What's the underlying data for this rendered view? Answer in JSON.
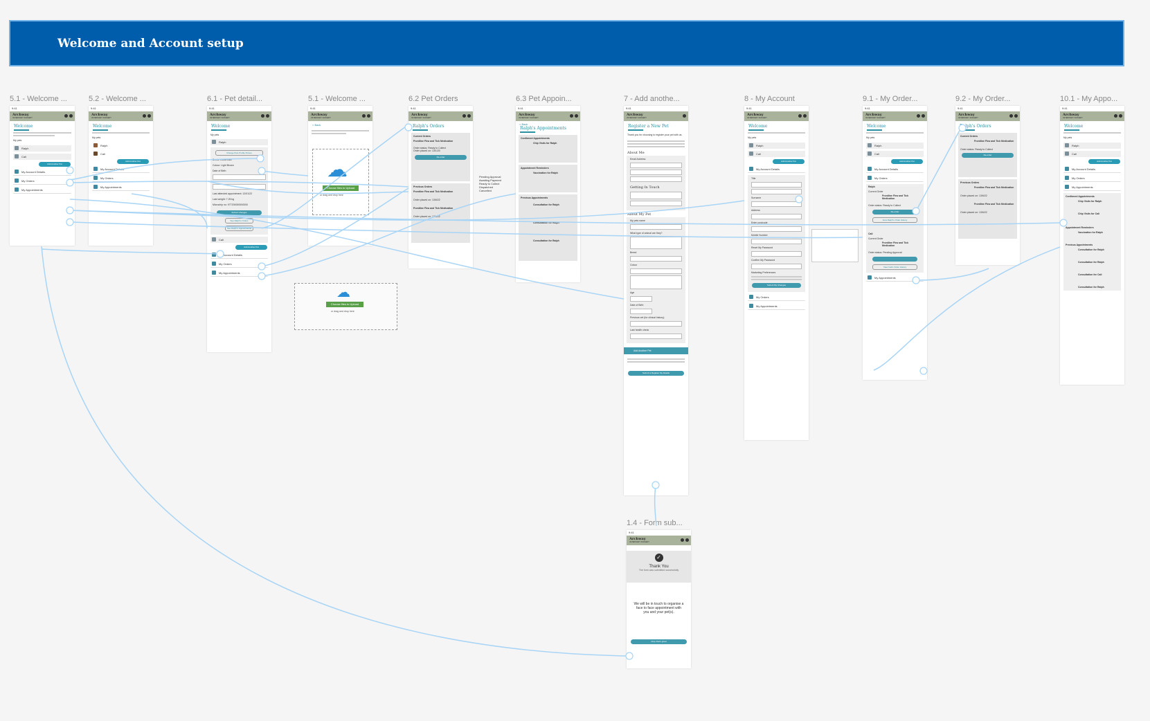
{
  "banner": {
    "title": "Welcome and Account setup"
  },
  "frames": [
    {
      "label": "5.1 - Welcome ...",
      "screen_title": "Welcome"
    },
    {
      "label": "5.2 - Welcome ...",
      "screen_title": "Welcome"
    },
    {
      "label": "6.1 - Pet detail...",
      "screen_title": "Welcome"
    },
    {
      "label": "5.1 - Welcome ...",
      "screen_title": ""
    },
    {
      "label": "6.2 Pet Orders",
      "screen_title": "Ralph's Orders"
    },
    {
      "label": "6.3 Pet Appoin...",
      "screen_title": "Ralph's Appointments"
    },
    {
      "label": "7 - Add anothe...",
      "screen_title": "Register a New Pet"
    },
    {
      "label": "8 - My Account",
      "screen_title": "Welcome"
    },
    {
      "label": "9.1 - My Order...",
      "screen_title": "Welcome"
    },
    {
      "label": "9.2 - My Order...",
      "screen_title": "Ralph's Orders"
    },
    {
      "label": "10.1 - My Appo...",
      "screen_title": "Welcome"
    },
    {
      "label": "1.4 - Form sub...",
      "screen_title": ""
    }
  ],
  "app": {
    "brand": "Archway",
    "brand_sub": "VETERINARY SURGERY",
    "time": "9:41",
    "my_pets": "My pets",
    "pets": [
      "Ralph",
      "Cali"
    ],
    "add_pet": "Add Another Pet",
    "menu": [
      "My Account Details",
      "My Orders",
      "My Appointments"
    ]
  },
  "pet_detail": {
    "change_photo": "Change Pets Profile Picture",
    "breed": "Breed: Doberman",
    "colour": "Colour: Light Brown",
    "dob": "Date of Birth",
    "last_appt": "Last attended appointment: 12/01/22",
    "last_weight": "Last weight: 7.25 kg",
    "microchip": "Microchip no: 977200000000000",
    "submit": "Submit Changes",
    "see_orders": "See Ralph's Orders",
    "see_appts": "See Ralph's Appointments"
  },
  "upload": {
    "back": "< Back",
    "button": "Choose files to Upload",
    "hint": "or drag and drop here"
  },
  "orders": {
    "current": "Current Orders",
    "previous": "Previous Orders",
    "item": "Frontline Flea and Tick Medication",
    "status": "Order status: Ready to Collect",
    "placed": "Order placed on: 13/1/20",
    "placed2": "Order placed on: 13/6/22",
    "status_notes": "Pending Approval\nAwaiting Payment\nReady to Collect\nDispatched\nCancelled"
  },
  "appointments": {
    "confirmed": "Confirmed Appointments",
    "reminders": "Appointment Reminders",
    "previous": "Previous Appointments",
    "checkup": "Chip Visits for Ralph",
    "vaccination": "Vaccination for Ralph",
    "consult": "Consultation for Ralph",
    "consult_cali": "Consultation for Cali",
    "checkup_cali": "Chip Visits for Cali"
  },
  "register": {
    "intro": "Thank you for choosing to register your pet with us.",
    "about_me": "About Me",
    "email": "Email Address",
    "getting_in_touch": "Getting In Touch",
    "about_pet": "About My Pet",
    "pet_name": "My pets name",
    "animal_type": "What type of animal are they?",
    "breed": "Breed",
    "colour": "Colour",
    "age": "Age",
    "dob": "Date of Birth",
    "prev_vet": "Previous vet (for clinical history)",
    "last_health": "Last health check",
    "add_pet": "Add Another Pet",
    "submit": "Submit & Register My Details"
  },
  "account": {
    "title": "Title",
    "first_name": "First Name",
    "surname": "Surname",
    "address": "Address",
    "postcode": "Enter postcode",
    "mobile": "Mobile Number",
    "reset_password": "Reset My Password",
    "confirm_password": "Confirm My Password",
    "marketing": "Marketing Preferences",
    "submit": "Submit My Changes"
  },
  "my_orders": {
    "current": "Current Order",
    "reorder": "Re-order",
    "view_ralph": "View Ralph's Order History",
    "view_cali": "View Cali's Order History",
    "status_pending": "Order status: Pending Approval"
  },
  "form_submitted": {
    "thank_you": "Thank You",
    "sub": "The form was submitted successfully",
    "message": "We will be in touch to organise a face to face appointment with you and your pet(s).",
    "button": "Drop that's great"
  },
  "colors": {
    "banner": "#005dab",
    "accent": "#2a8fa0",
    "appbar": "#a9b29a",
    "flow": "#a8d4f5"
  }
}
